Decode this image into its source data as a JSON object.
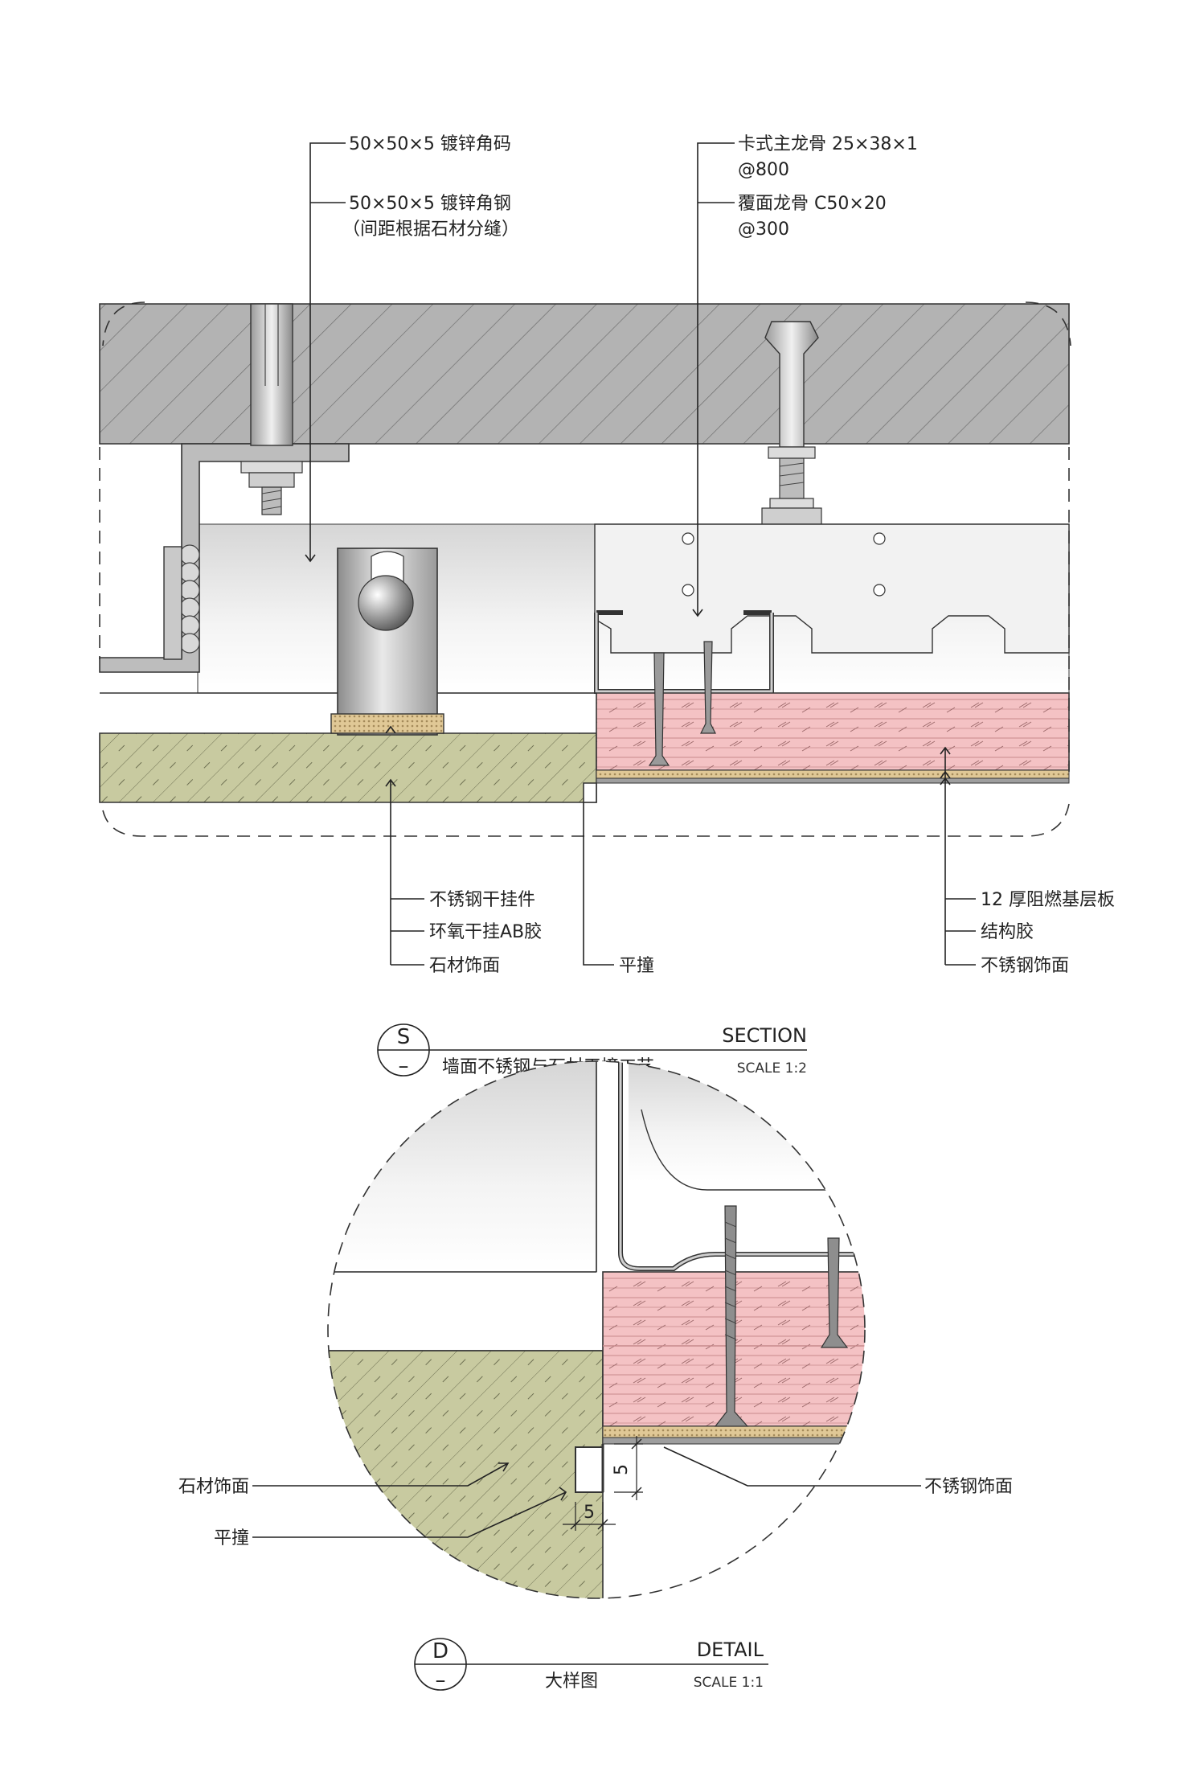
{
  "section": {
    "labels": {
      "angle_code": "50×50×5 镀锌角码",
      "angle_steel_1": "50×50×5 镀锌角钢",
      "angle_steel_2": "（间距根据石材分缝）",
      "main_keel_1": "卡式主龙骨 25×38×1",
      "main_keel_2": "@800",
      "cover_keel_1": "覆面龙骨 C50×20",
      "cover_keel_2": "@300",
      "hanger": "不锈钢干挂件",
      "epoxy": "环氧干挂AB胶",
      "stone": "石材饰面",
      "flush": "平撞",
      "base_board": "12 厚阻燃基层板",
      "struct_glue": "结构胶",
      "ss_facing": "不锈钢饰面"
    },
    "title_block": {
      "letter": "S",
      "dash": "–",
      "name": "墙面不锈钢与石材平撞工艺",
      "kind": "SECTION",
      "scale": "SCALE 1:2"
    }
  },
  "detail": {
    "labels": {
      "stone": "石材饰面",
      "flush": "平撞",
      "ss_facing": "不锈钢饰面",
      "dim_h": "5",
      "dim_v": "5"
    },
    "title_block": {
      "letter": "D",
      "dash": "–",
      "name": "大样图",
      "kind": "DETAIL",
      "scale": "SCALE 1:1"
    }
  },
  "colors": {
    "concrete": "#b3b3b3",
    "stone": "#c8caa0",
    "board": "#f4c2c4",
    "glue": "#e0c896",
    "steel": "#c9c9c9",
    "line": "#333333"
  }
}
